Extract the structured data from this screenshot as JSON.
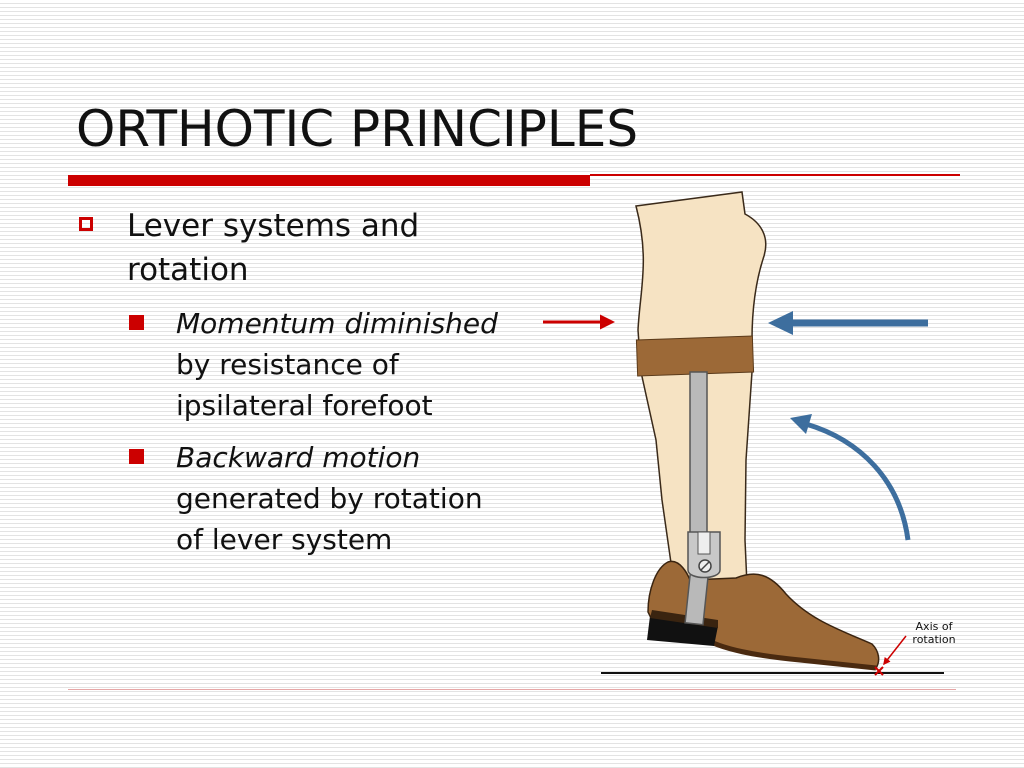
{
  "title": "ORTHOTIC PRINCIPLES",
  "bullets": {
    "main": "Lever systems and rotation",
    "sub1": {
      "italic": "Momentum diminished",
      "rest": " by resistance of ipsilateral forefoot"
    },
    "sub2": {
      "italic": " Backward motion",
      "rest": " generated by rotation of lever system"
    }
  },
  "diagram": {
    "axis_label": "Axis of rotation"
  },
  "colors": {
    "accent_red": "#cc0000",
    "arrow_blue": "#3d6e9e",
    "skin": "#f6e3c3",
    "strap_brown": "#9c6937",
    "shoe_brown": "#9c6937",
    "sole_dark": "#5a3416",
    "metal": "#b9b9b9"
  }
}
